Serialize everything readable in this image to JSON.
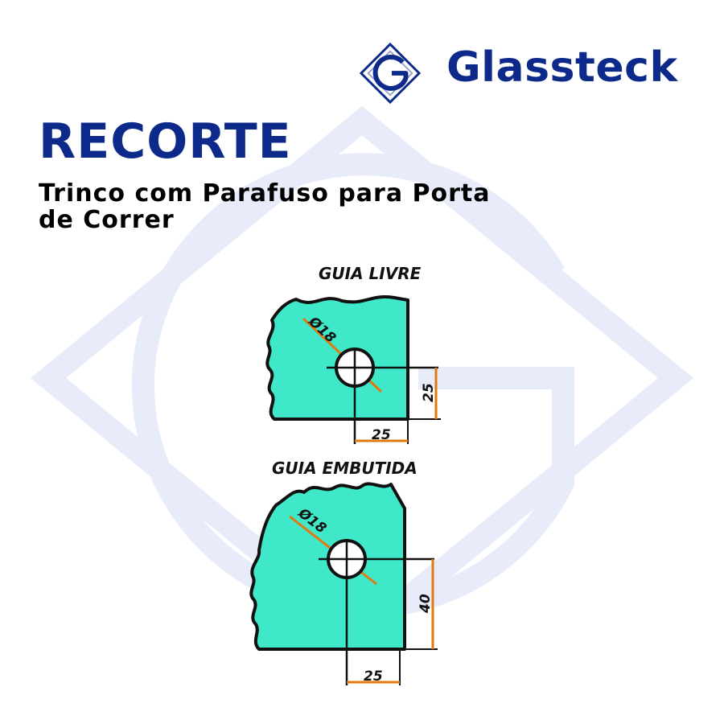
{
  "brand": {
    "name": "Glassteck",
    "logo_icon": "glassteck-g-logo-icon",
    "color": "#0d2a8a"
  },
  "heading": "RECORTE",
  "subheading": {
    "line1": "Trinco com Parafuso para Porta",
    "line2": "de Correr"
  },
  "diagrams": [
    {
      "title": "GUIA LIVRE",
      "hole_label": "Ø18",
      "horizontal_dim": "25",
      "vertical_dim": "25"
    },
    {
      "title": "GUIA EMBUTIDA",
      "hole_label": "Ø18",
      "horizontal_dim": "25",
      "vertical_dim": "40"
    }
  ],
  "colors": {
    "glass": "#3ee8c8",
    "dimension": "#e07a10",
    "watermark": "#e8ecfa"
  }
}
